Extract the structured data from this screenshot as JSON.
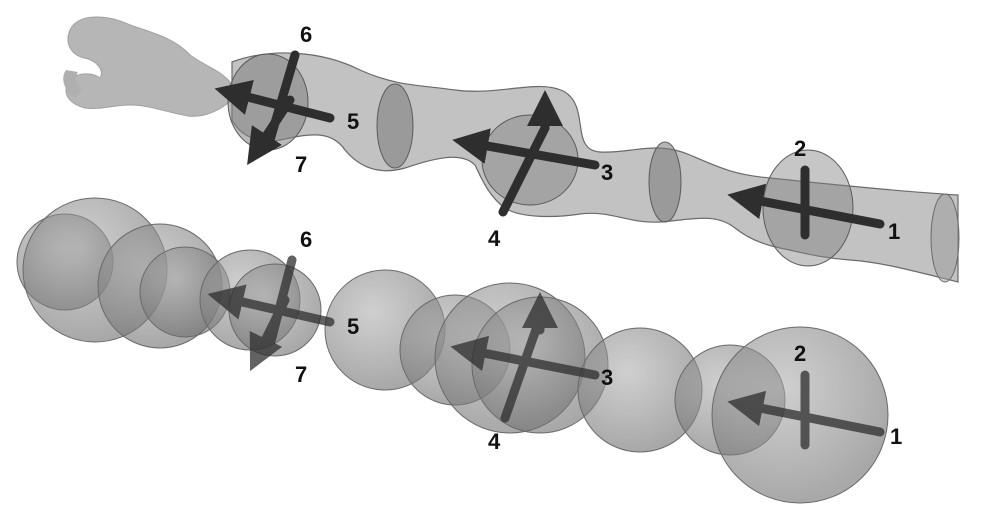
{
  "figure": {
    "top_panel": {
      "joint_labels": [
        "1",
        "2",
        "3",
        "4",
        "5",
        "6",
        "7"
      ]
    },
    "bottom_panel": {
      "joint_labels": [
        "1",
        "2",
        "3",
        "4",
        "5",
        "6",
        "7"
      ]
    },
    "colors": {
      "background": "#ffffff",
      "link_fill": "#8a8a8a",
      "link_stroke": "#5f5f5f",
      "sphere_fill": "#8c8c8c",
      "axis_arrow": "#2e2e2e",
      "label": "#111111"
    }
  }
}
